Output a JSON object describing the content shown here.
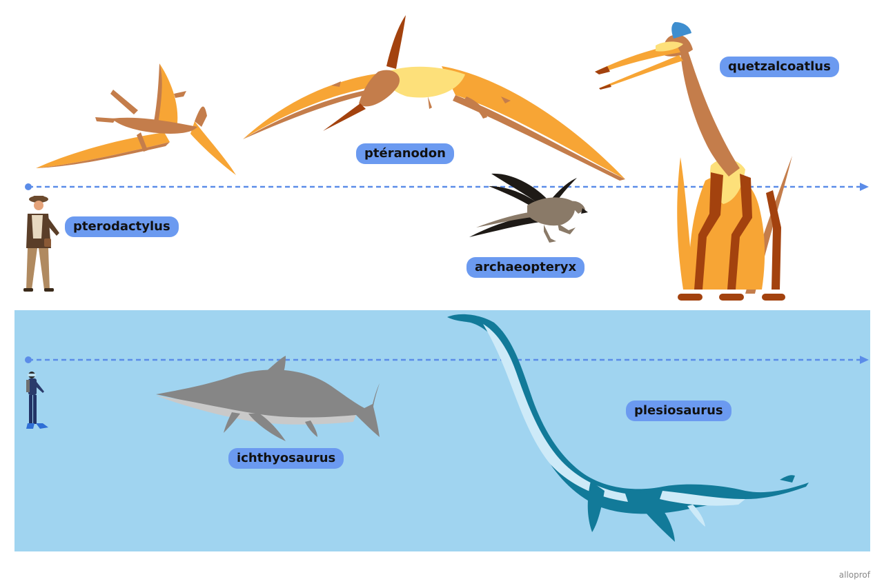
{
  "colors": {
    "label_bg": "#6b9af0",
    "scale_line": "#5b8ce8",
    "water": "#a0d4f0",
    "pterosaur_orange": "#f7a535",
    "pterosaur_brown": "#c47d4b",
    "pterosaur_dark": "#a3420e",
    "pterosaur_light": "#fde07a",
    "bird_gray": "#8a7a68",
    "bird_black": "#1e1a16",
    "ichthyosaur_gray": "#868686",
    "ichthyosaur_light": "#c9c9c9",
    "plesiosaur_teal": "#127a99",
    "plesiosaur_light": "#cdeaf8"
  },
  "labels": {
    "pterodactylus": "pterodactylus",
    "pteranodon": "ptéranodon",
    "quetzalcoatlus": "quetzalcoatlus",
    "archaeopteryx": "archaeopteryx",
    "ichthyosaurus": "ichthyosaurus",
    "plesiosaurus": "plesiosaurus"
  },
  "icons": {
    "explorer": "explorer-human-icon",
    "diver": "diver-human-icon"
  },
  "brand": "alloprof"
}
